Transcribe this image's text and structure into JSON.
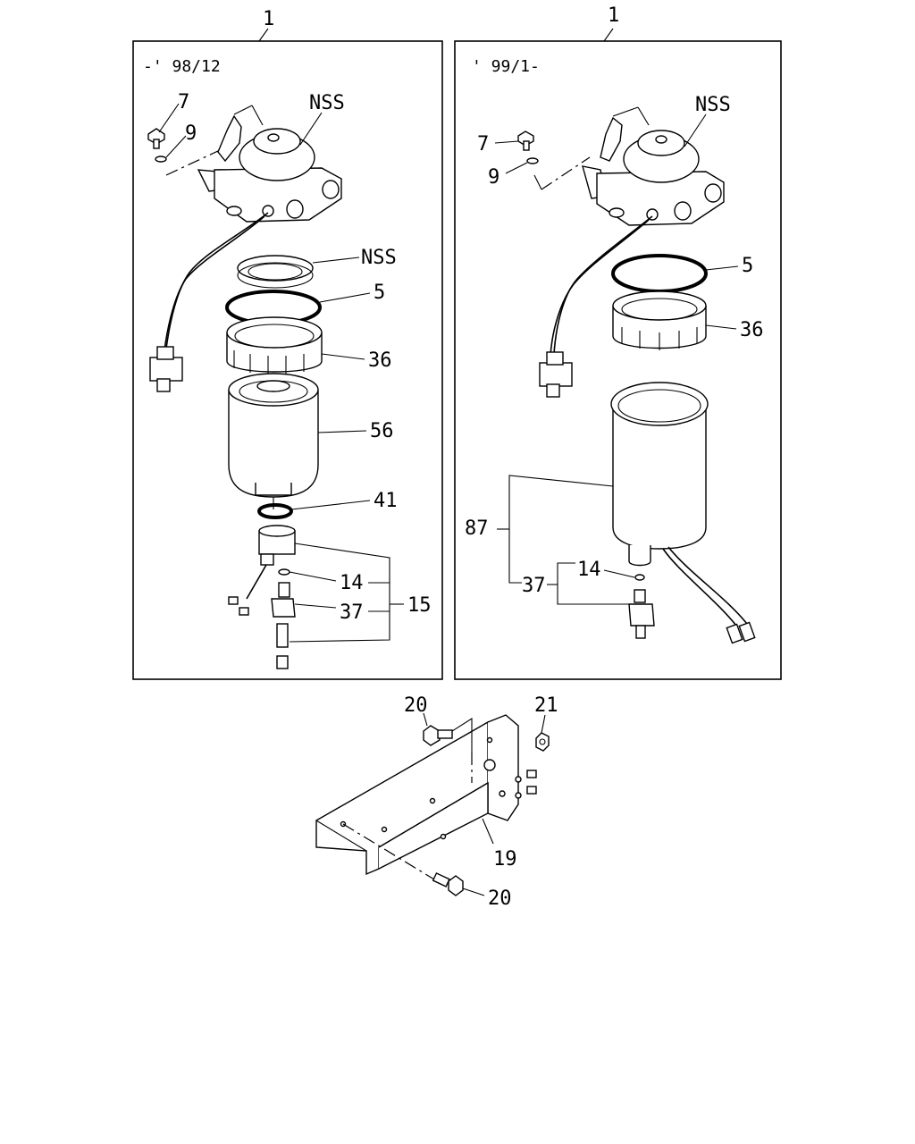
{
  "panels": [
    {
      "period": "-' 98/12",
      "assembly_callout": "1",
      "callouts": {
        "c7": "7",
        "c9": "9",
        "nss_head": "NSS",
        "nss_ring": "NSS",
        "c5": "5",
        "c36": "36",
        "c56": "56",
        "c41": "41",
        "c14": "14",
        "c37": "37",
        "c15": "15"
      }
    },
    {
      "period": "' 99/1-",
      "assembly_callout": "1",
      "callouts": {
        "c7": "7",
        "c9": "9",
        "nss_head": "NSS",
        "c5": "5",
        "c36": "36",
        "c87": "87",
        "c14": "14",
        "c37": "37"
      }
    }
  ],
  "bracket": {
    "callouts": {
      "c20_top": "20",
      "c21": "21",
      "c19": "19",
      "c20_bottom": "20"
    }
  }
}
